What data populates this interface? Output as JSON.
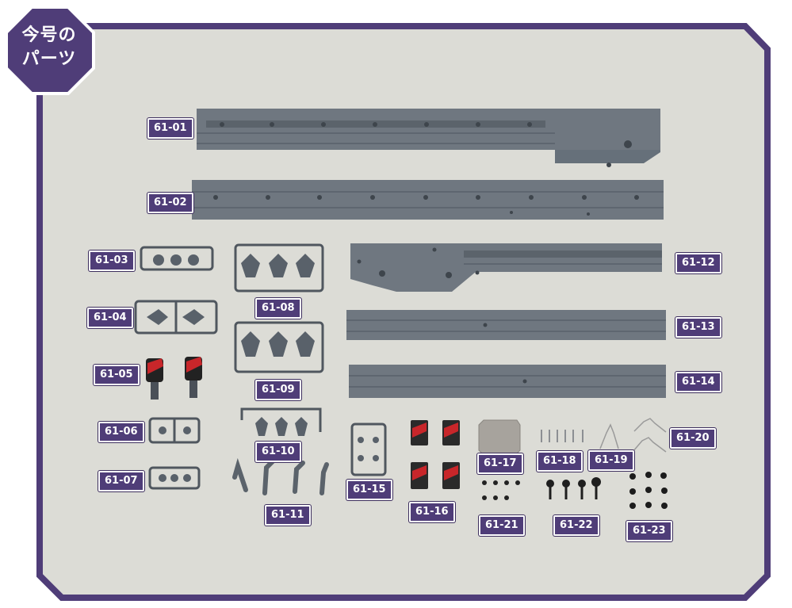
{
  "badge": {
    "line1": "今号の",
    "line2": "パーツ"
  },
  "parts": {
    "p01": "61-01",
    "p02": "61-02",
    "p03": "61-03",
    "p04": "61-04",
    "p05": "61-05",
    "p06": "61-06",
    "p07": "61-07",
    "p08": "61-08",
    "p09": "61-09",
    "p10": "61-10",
    "p11": "61-11",
    "p12": "61-12",
    "p13": "61-13",
    "p14": "61-14",
    "p15": "61-15",
    "p16": "61-16",
    "p17": "61-17",
    "p18": "61-18",
    "p19": "61-19",
    "p20": "61-20",
    "p21": "61-21",
    "p22": "61-22",
    "p23": "61-23"
  },
  "colors": {
    "frame": "#4f3d78",
    "background": "#dcdcd6",
    "plastic": "#6f7780",
    "accent_red": "#c8262a"
  }
}
